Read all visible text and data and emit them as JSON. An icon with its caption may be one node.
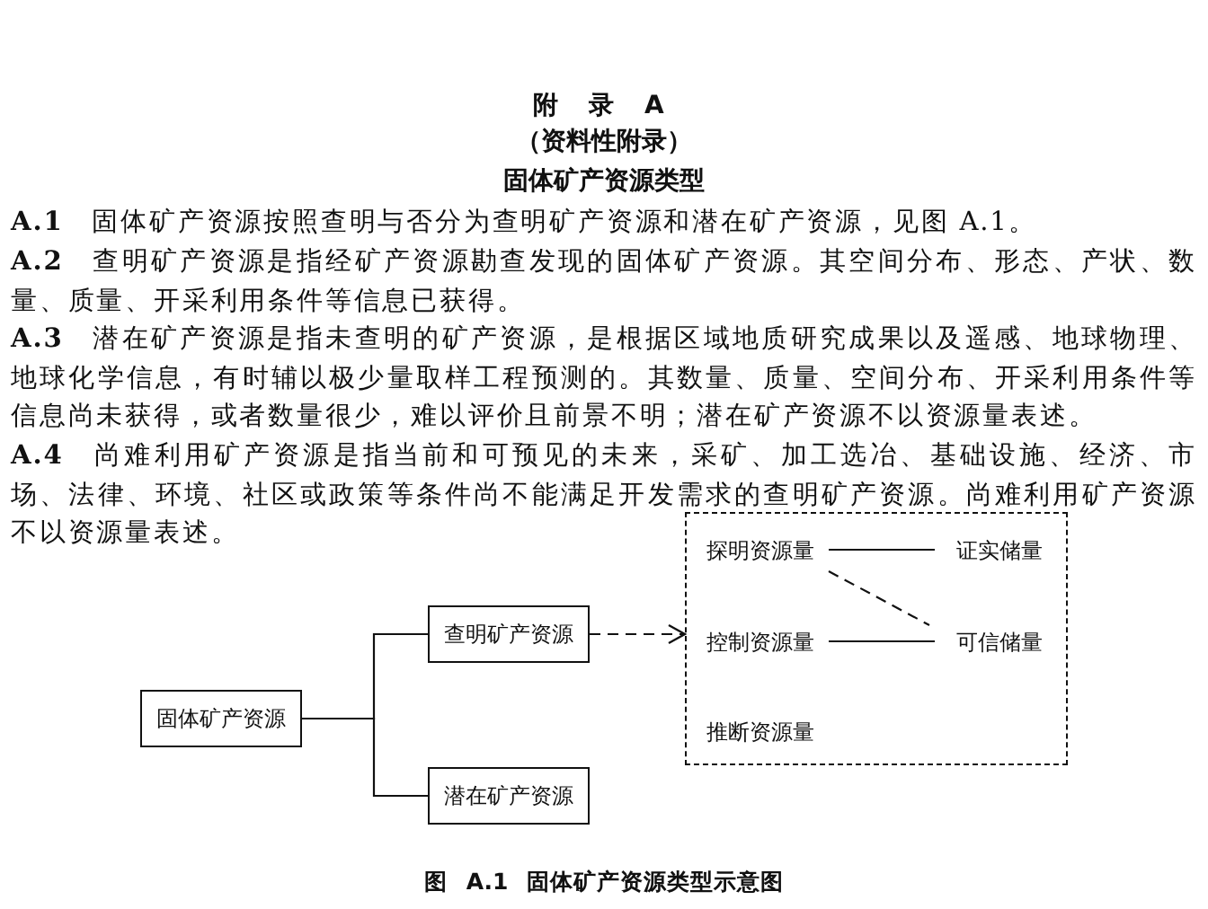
{
  "diagram": {
    "title": "附 录 A",
    "caption": "图 A.1 固体矿产资源类型示意图",
    "nodes": [
      {
        "text": [
          "固体矿产资源"
        ]
      },
      {
        "text": [
          "查明矿产资源"
        ]
      },
      {
        "text": [
          "潜在矿产资源"
        ]
      },
      {
        "text": [],
        "shape": "box"
      },
      {
        "text": [
          "探明资源量"
        ],
        "in": 3
      },
      {
        "text": [
          "证实储量"
        ],
        "in": 3
      },
      {
        "text": [
          "控制资源量"
        ],
        "in": 3
      },
      {
        "text": [
          "可信储量"
        ],
        "in": 3
      },
      {
        "text": [
          "推断资源量"
        ],
        "in": 3
      }
    ],
    "edges": [
      {
        "from": 0,
        "to": 1,
        "arrow": "none"
      },
      {
        "from": 0,
        "to": 2,
        "arrow": "none"
      },
      {
        "from": 1,
        "to": 3,
        "arrow": "to",
        "style": "dashed"
      },
      {
        "from": 4,
        "to": 5,
        "arrow": "none"
      },
      {
        "from": 6,
        "to": 7,
        "arrow": "none"
      },
      {
        "from": 4,
        "to": 7,
        "arrow": "none",
        "style": "dashed"
      }
    ],
    "labels": [
      "（资料性附录）",
      "固体矿产资源类型",
      "**A.1**　固体矿产资源按照查明与否分为查明矿产资源和潜在矿产资源，见图 A.1。",
      "**A.2**　查明矿产资源是指经矿产资源勘查发现的固体矿产资源。其空间分布、形态、产状、数量、质量、开采利用条件等信息已获得。",
      "**A.3**　潜在矿产资源是指未查明的矿产资源，是根据区域地质研究成果以及遥感、地球物理、地球化学信息，有时辅以极少量取样工程预测的。其数量、质量、空间分布、开采利用条件等信息尚未获得，或者数量很少，难以评价且前景不明；潜在矿产资源不以资源量表述。",
      "**A.4**　尚难利用矿产资源是指当前和可预见的未来，采矿、加工选冶、基础设施、经济、市场、法律、环境、社区或政策等条件尚不能满足开发需求的查明矿产资源。尚难利用矿产资源不以资源量表述。"
    ]
  }
}
